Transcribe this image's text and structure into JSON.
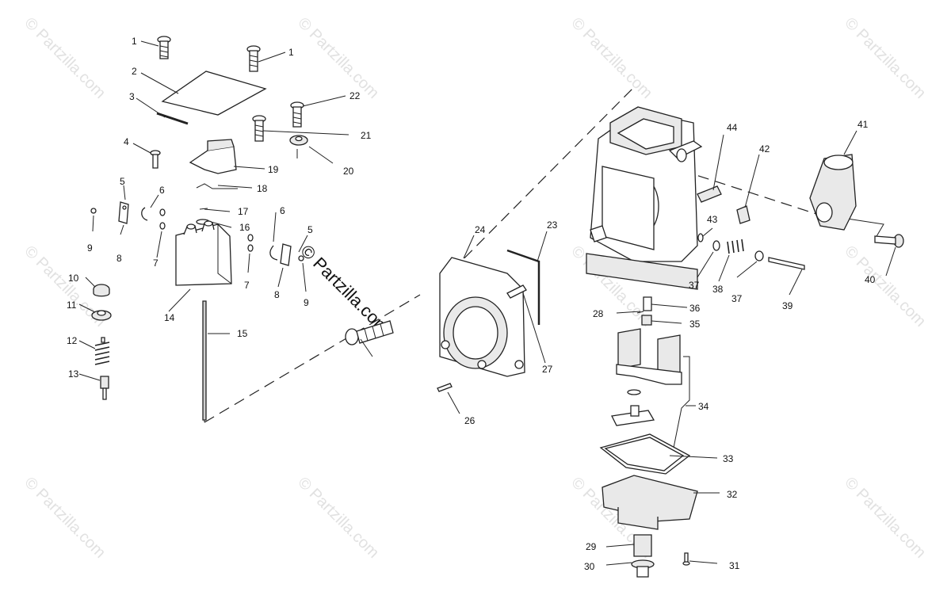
{
  "watermark": "© Partzilla.com",
  "callouts": [
    {
      "id": "c1a",
      "text": "1"
    },
    {
      "id": "c1b",
      "text": "1"
    },
    {
      "id": "c2",
      "text": "2"
    },
    {
      "id": "c3",
      "text": "3"
    },
    {
      "id": "c4",
      "text": "4"
    },
    {
      "id": "c5a",
      "text": "5"
    },
    {
      "id": "c5b",
      "text": "5"
    },
    {
      "id": "c6a",
      "text": "6"
    },
    {
      "id": "c6b",
      "text": "6"
    },
    {
      "id": "c7a",
      "text": "7"
    },
    {
      "id": "c7b",
      "text": "7"
    },
    {
      "id": "c8a",
      "text": "8"
    },
    {
      "id": "c8b",
      "text": "8"
    },
    {
      "id": "c9a",
      "text": "9"
    },
    {
      "id": "c9b",
      "text": "9"
    },
    {
      "id": "c10",
      "text": "10"
    },
    {
      "id": "c11",
      "text": "11"
    },
    {
      "id": "c12",
      "text": "12"
    },
    {
      "id": "c13",
      "text": "13"
    },
    {
      "id": "c14",
      "text": "14"
    },
    {
      "id": "c15",
      "text": "15"
    },
    {
      "id": "c16",
      "text": "16"
    },
    {
      "id": "c17",
      "text": "17"
    },
    {
      "id": "c18",
      "text": "18"
    },
    {
      "id": "c19",
      "text": "19"
    },
    {
      "id": "c20",
      "text": "20"
    },
    {
      "id": "c21",
      "text": "21"
    },
    {
      "id": "c22",
      "text": "22"
    },
    {
      "id": "c23",
      "text": "23"
    },
    {
      "id": "c24",
      "text": "24"
    },
    {
      "id": "c26",
      "text": "26"
    },
    {
      "id": "c27",
      "text": "27"
    },
    {
      "id": "c28",
      "text": "28"
    },
    {
      "id": "c29",
      "text": "29"
    },
    {
      "id": "c30",
      "text": "30"
    },
    {
      "id": "c31",
      "text": "31"
    },
    {
      "id": "c32",
      "text": "32"
    },
    {
      "id": "c33",
      "text": "33"
    },
    {
      "id": "c34",
      "text": "34"
    },
    {
      "id": "c35",
      "text": "35"
    },
    {
      "id": "c36",
      "text": "36"
    },
    {
      "id": "c37a",
      "text": "37"
    },
    {
      "id": "c37b",
      "text": "37"
    },
    {
      "id": "c38",
      "text": "38"
    },
    {
      "id": "c39",
      "text": "39"
    },
    {
      "id": "c40",
      "text": "40"
    },
    {
      "id": "c41",
      "text": "41"
    },
    {
      "id": "c42",
      "text": "42"
    },
    {
      "id": "c43",
      "text": "43"
    },
    {
      "id": "c44",
      "text": "44"
    }
  ]
}
